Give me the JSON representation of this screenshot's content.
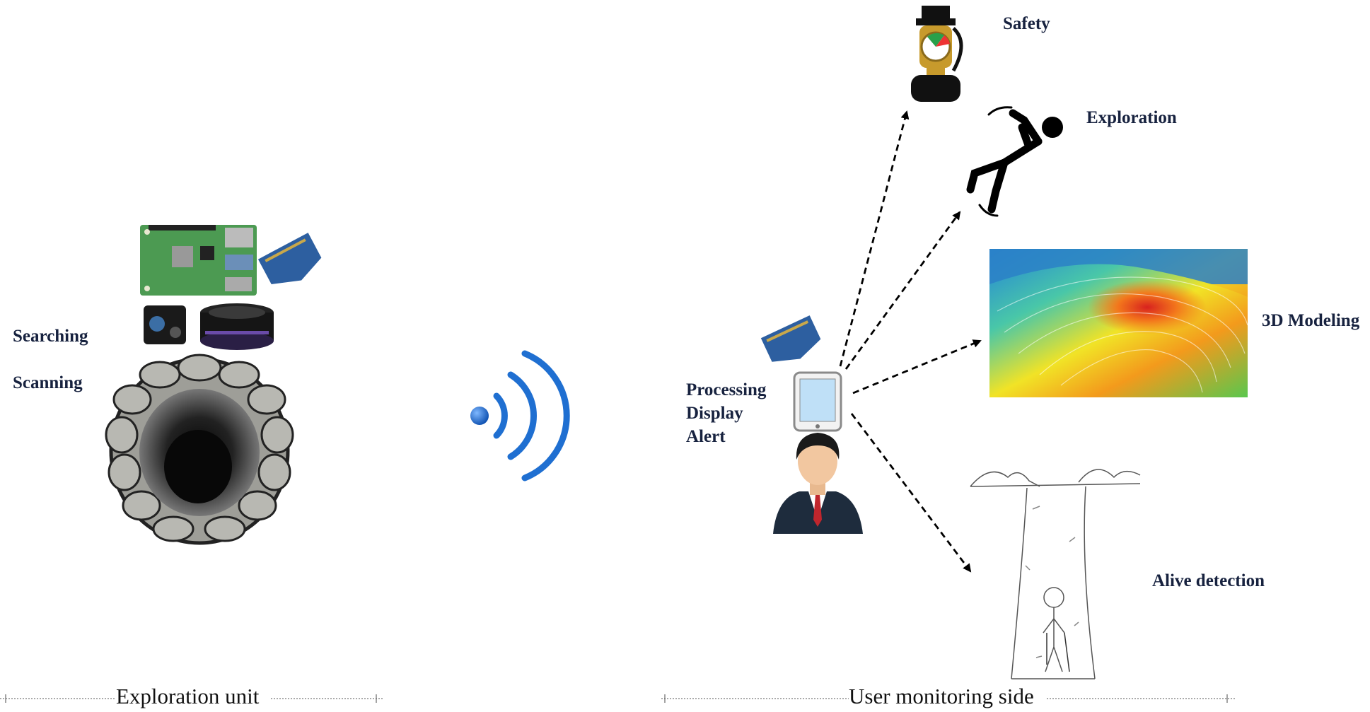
{
  "exploration_unit": {
    "labels": [
      "Searching",
      "Scanning"
    ],
    "footer": "Exploration unit",
    "components": [
      "raspberry-pi-board",
      "xbee-module",
      "tof-sensor",
      "lidar-sensor",
      "borehole-well"
    ]
  },
  "wireless": {
    "icon": "wireless-signal-icon"
  },
  "user_side": {
    "functions": [
      "Processing",
      "Display",
      "Alert"
    ],
    "footer": "User monitoring side",
    "components": [
      "xbee-module",
      "tablet",
      "operator"
    ]
  },
  "outputs": [
    {
      "label": "Safety",
      "icon": "gas-detector-icon"
    },
    {
      "label": "Exploration",
      "icon": "falling-person-icon"
    },
    {
      "label": "3D Modeling",
      "icon": "terrain-3d-map"
    },
    {
      "label": "Alive detection",
      "icon": "person-in-borehole-sketch"
    }
  ],
  "colors": {
    "label": "#17223f",
    "wireless": "#1f6fd1",
    "arrow": "#000000"
  }
}
